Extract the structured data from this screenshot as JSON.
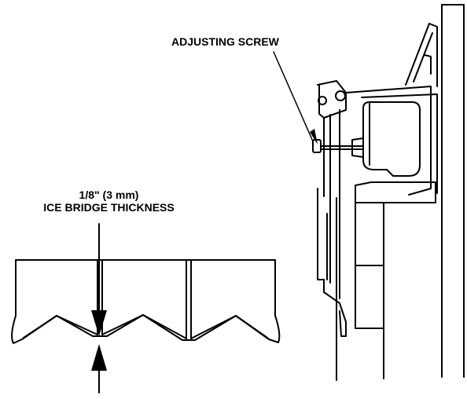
{
  "labels": {
    "adjusting_screw": "ADJUSTING SCREW",
    "bridge_measure": "1/8\" (3 mm)",
    "bridge_name": "ICE BRIDGE THICKNESS"
  },
  "colors": {
    "line": "#000000",
    "background": "#ffffff"
  }
}
